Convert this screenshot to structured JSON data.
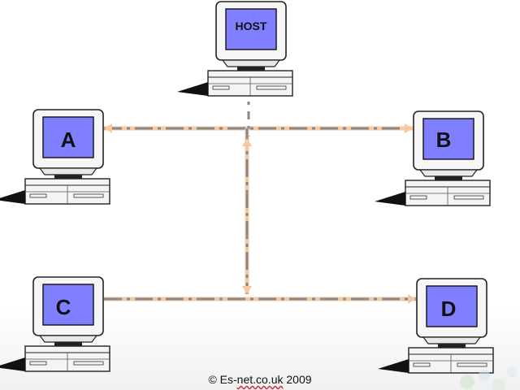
{
  "nodes": {
    "host": {
      "label": "HOST"
    },
    "a": {
      "label": "A"
    },
    "b": {
      "label": "B"
    },
    "c": {
      "label": "C"
    },
    "d": {
      "label": "D"
    }
  },
  "footer": {
    "copyright_prefix": "© Es-",
    "copyright_link": "net.co.uk",
    "copyright_year": "2009"
  },
  "colors": {
    "screen": "#7f7fff",
    "line_gray": "#888888",
    "line_peach": "#f7c9a0"
  }
}
